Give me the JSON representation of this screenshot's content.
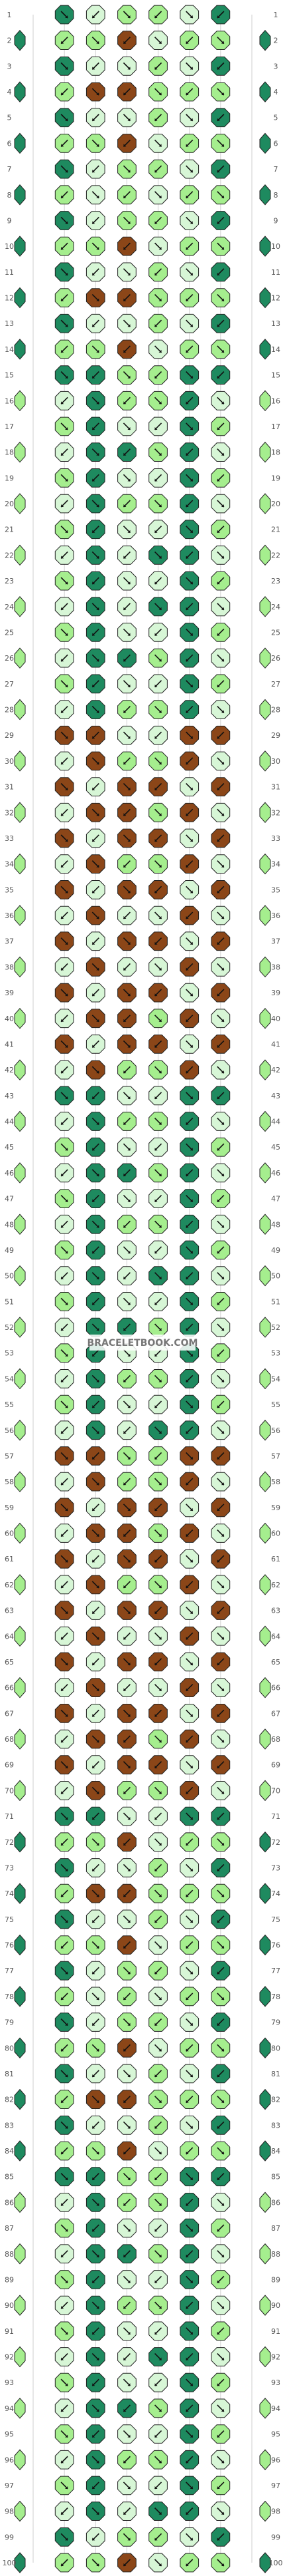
{
  "watermark": "BRACELETBOOK.COM",
  "row_start": 1,
  "row_end": 100,
  "palette": {
    "A": "#1e8a5f",
    "B": "#a5ee8e",
    "C": "#d7f6d6",
    "D": "#8b4618",
    "bg": "#ffffff",
    "outline": "#222222",
    "thread_line": "#cfcfcf"
  },
  "columns": 8,
  "knot_rows": [
    "ACBBCA",
    "ABBDCBBA",
    "ACCBCA",
    "ABDDBBBA",
    "ACCBCA",
    "ABBDCBBA",
    "ACBBCA",
    "ABCBCBBA",
    "ACBBCA",
    "ABBDCBBA",
    "ACCBCA",
    "ABDDBBBA",
    "ACCBCA",
    "ABBDCBBA",
    "AABBAA",
    "BCABBACB",
    "BACCAB",
    "BCAABACB",
    "BACCAB",
    "BCABBACB",
    "BACCAB",
    "BCACAACB",
    "BACCAB",
    "BCACAACB",
    "BACCAB",
    "BCAABACB",
    "BACCAB",
    "BCABBACB",
    "DDCCDD",
    "BCDBBDCB",
    "DCDDCD",
    "BCDDBDCB",
    "DCDDCD",
    "BCDBBDCB",
    "DCDDCD",
    "BCDCCDCB",
    "DCDDCD",
    "BCDCCDCB",
    "DCDDCD",
    "BCDDBDCB",
    "DCDDCD",
    "BCDBBDCB",
    "AACCAA",
    "BCABBACB",
    "BACCAB",
    "BCAABACB",
    "BACCAB",
    "BCABBACB",
    "BACCAB",
    "BCACAACB",
    "BACCAB",
    "BCAABACB",
    "BACCAB",
    "BCABBACB",
    "BACCAB",
    "BCACAACB",
    "DDBBDD",
    "BCDBBDCB",
    "DCDDCD",
    "BCDDBDCB",
    "DCDDCD",
    "BCDBBDCB",
    "DCDDCD",
    "BCDCCDCB",
    "DCDDCD",
    "BCDCCDCB",
    "DCDDCD",
    "BCDDBDCB",
    "DCDDCD",
    "BCDBBDCB",
    "AACCAA",
    "ABBDCBBA",
    "ACCBCA",
    "ABDDBBBA",
    "ACCBCA",
    "ABBDCBBA",
    "ACBBCA",
    "ABCBCBBA",
    "ACBBCA",
    "ABBDCBBA",
    "ACCBCA",
    "ABDDBBBA",
    "ACCBCA",
    "ABBDCBBA",
    "AABBAA",
    "BCABBACB",
    "BACCAB",
    "BCAABACB",
    "BACCAB",
    "BCABBACB",
    "BACCAB",
    "BCACAACB",
    "BACCAB",
    "BCAABACB",
    "BACCAB",
    "BCABBACB",
    "BACCAB",
    "BCACAACB",
    "ACBBCA",
    "ABBDCBBA"
  ]
}
